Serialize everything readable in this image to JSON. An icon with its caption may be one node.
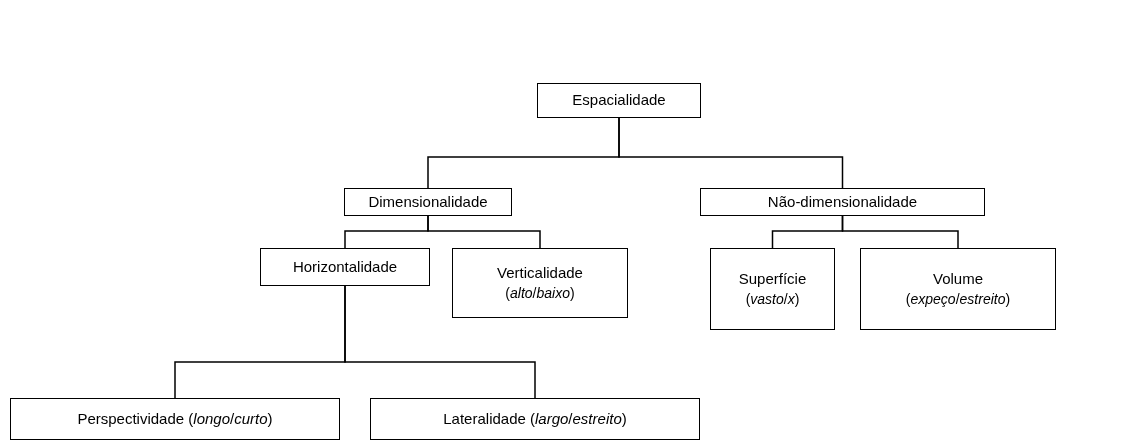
{
  "diagram": {
    "nodes": [
      {
        "text": [
          "Espacialidade"
        ]
      },
      {
        "text": [
          "Dimensionalidade"
        ]
      },
      {
        "text": [
          "Não-dimensionalidade"
        ]
      },
      {
        "text": [
          "Horizontalidade"
        ]
      },
      {
        "text": [
          "Verticalidade",
          "(*alto*/*baixo*)"
        ]
      },
      {
        "text": [
          "Superfície",
          "(*vasto*/*x*)"
        ]
      },
      {
        "text": [
          "Volume",
          "(*expeço*/*estreito*)"
        ]
      },
      {
        "text": [
          "Perspectividade (*longo*/*curto*)"
        ]
      },
      {
        "text": [
          "Lateralidade (*largo*/*estreito*)"
        ]
      }
    ],
    "edges": [
      {
        "from": 0,
        "to": 1,
        "arrow": "none"
      },
      {
        "from": 0,
        "to": 2,
        "arrow": "none"
      },
      {
        "from": 1,
        "to": 3,
        "arrow": "none"
      },
      {
        "from": 1,
        "to": 4,
        "arrow": "none"
      },
      {
        "from": 2,
        "to": 5,
        "arrow": "none"
      },
      {
        "from": 2,
        "to": 6,
        "arrow": "none"
      },
      {
        "from": 3,
        "to": 7,
        "arrow": "none"
      },
      {
        "from": 3,
        "to": 8,
        "arrow": "none"
      }
    ]
  }
}
